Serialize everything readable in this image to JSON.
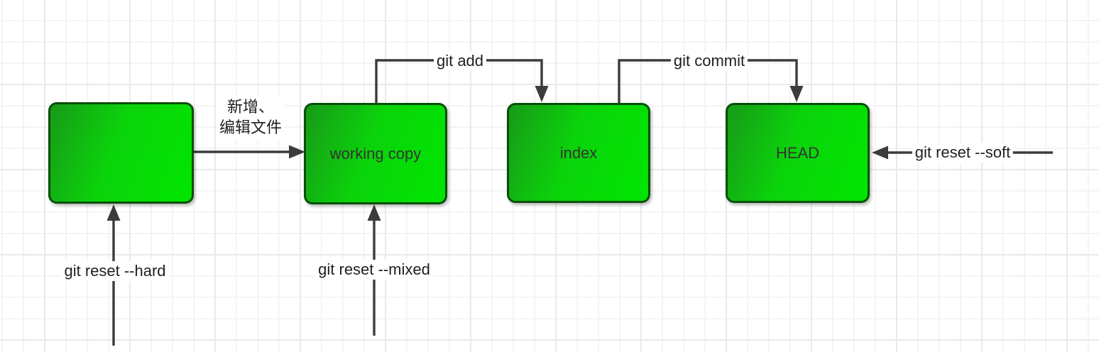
{
  "canvas": {
    "background": "#ffffff",
    "grid_minor_color": "#f4f4f4",
    "grid_major_color": "#e9e9e9"
  },
  "node_style": {
    "fill_gradient_start": "#189a18",
    "fill_gradient_end": "#00e600",
    "border_color": "#084f08",
    "text_color": "#333333"
  },
  "edge_style": {
    "line_color": "#3c3c3c",
    "label_color": "#1f1f1f"
  },
  "nodes": [
    {
      "id": "box1",
      "label": ""
    },
    {
      "id": "box2",
      "label": "working copy"
    },
    {
      "id": "box3",
      "label": "index"
    },
    {
      "id": "box4",
      "label": "HEAD"
    }
  ],
  "edges": [
    {
      "id": "edit-files",
      "from": "box1",
      "to": "box2",
      "label_line1": "新增、",
      "label_line2": "编辑文件"
    },
    {
      "id": "git-add",
      "from": "box2",
      "to": "box3",
      "label": "git add"
    },
    {
      "id": "git-commit",
      "from": "box3",
      "to": "box4",
      "label": "git commit"
    },
    {
      "id": "git-reset-soft",
      "from": "offscreen-right",
      "to": "box4",
      "label": "git reset --soft"
    },
    {
      "id": "git-reset-hard",
      "from": "offscreen-bottom",
      "to": "box1",
      "label": "git reset --hard"
    },
    {
      "id": "git-reset-mixed",
      "from": "offscreen-bottom",
      "to": "box2",
      "label": "git reset --mixed"
    }
  ]
}
